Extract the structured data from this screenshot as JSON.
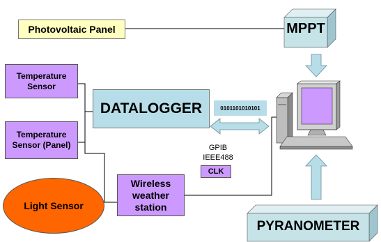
{
  "nodes": {
    "pv_panel": "Photovoltaic Panel",
    "mppt": "MPPT",
    "temp_sensor": "Temperature Sensor",
    "temp_sensor_panel": "Temperature Sensor (Panel)",
    "light_sensor": "Light Sensor",
    "datalogger": "DATALOGGER",
    "wireless_station": "Wireless weather station",
    "pyranometer": "PYRANOMETER"
  },
  "labels": {
    "binary": "0101101010101",
    "gpib": "GPIB",
    "ieee": "IEEE488",
    "clk": "CLK"
  },
  "colors": {
    "yellow_box": "#ffffc0",
    "purple_box": "#cc99ff",
    "orange_ellipse": "#ff6600",
    "teal_box": "#b7dde8",
    "teal_block": "#c6e3e8",
    "arrow_fill": "#b7dde8",
    "monitor_screen": "#cc99ff",
    "line": "#000000"
  }
}
